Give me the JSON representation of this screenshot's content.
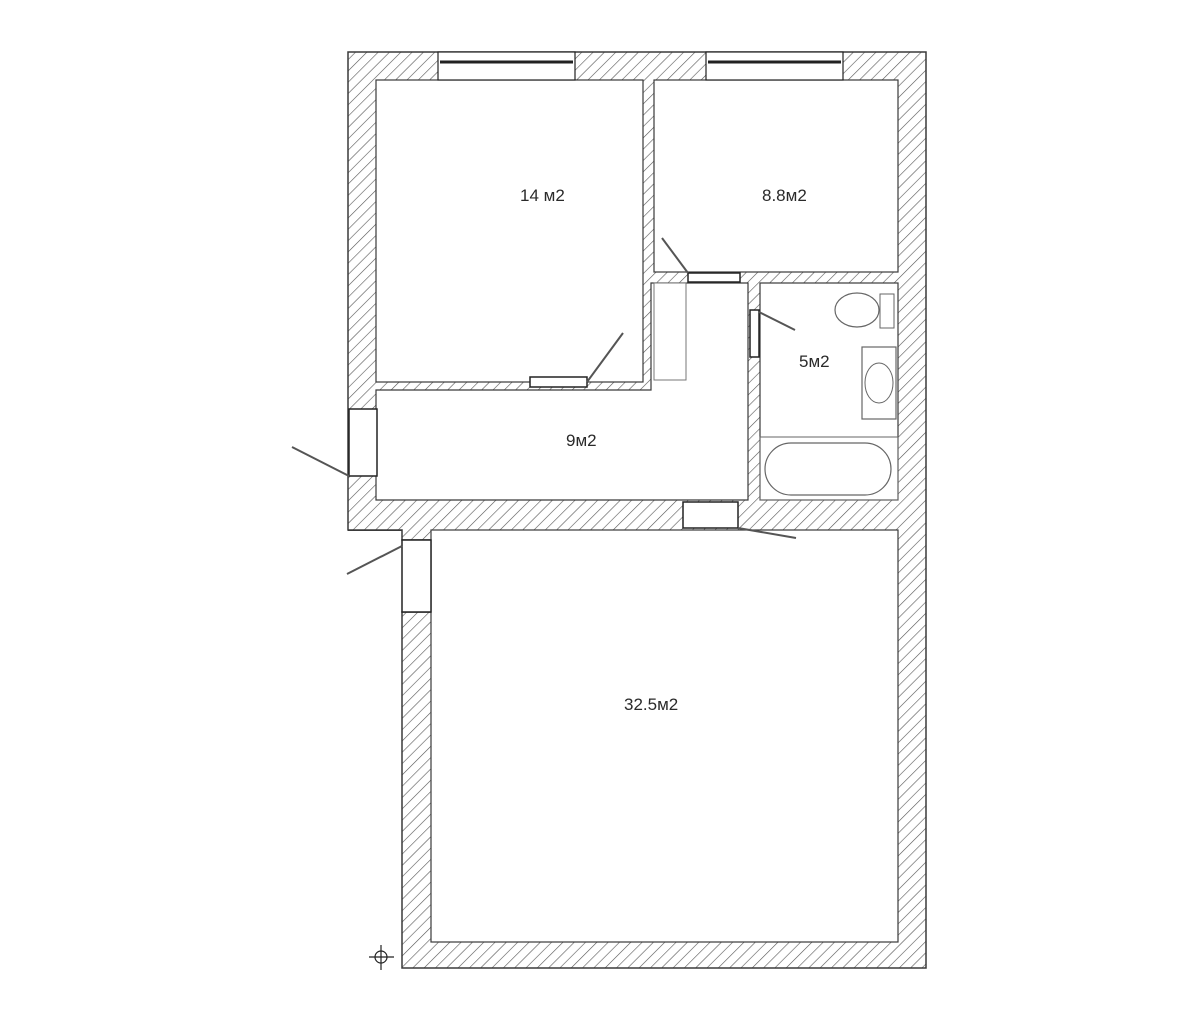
{
  "plan": {
    "type": "apartment floor plan",
    "rooms": [
      {
        "id": "bedroom-1",
        "label": "14 м2",
        "area_m2": 14
      },
      {
        "id": "bedroom-2",
        "label": "8.8м2",
        "area_m2": 8.8
      },
      {
        "id": "bathroom",
        "label": "5м2",
        "area_m2": 5
      },
      {
        "id": "hallway",
        "label": "9м2",
        "area_m2": 9
      },
      {
        "id": "living-room",
        "label": "32.5м2",
        "area_m2": 32.5
      }
    ],
    "fixtures": [
      "toilet",
      "sink",
      "bathtub"
    ],
    "windows": 2,
    "doors": 6,
    "colors": {
      "wall_stroke": "#3a3a3a",
      "hatch": "#555555",
      "background": "#ffffff"
    }
  }
}
